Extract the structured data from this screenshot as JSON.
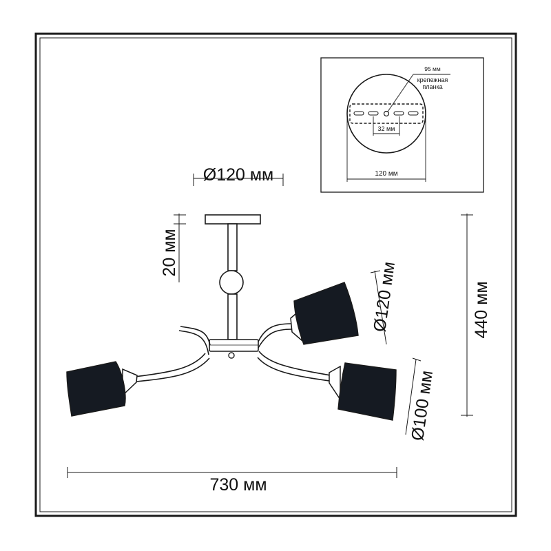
{
  "colors": {
    "line": "#1a1a1a",
    "shade": "#151a22",
    "background": "#ffffff"
  },
  "dimensions": {
    "canopy_diameter": "Ø120 мм",
    "canopy_height": "20 мм",
    "large_shade_diameter": "Ø120 мм",
    "small_shade_diameter": "Ø100 мм",
    "total_height": "440 мм",
    "total_width": "730 мм"
  },
  "mounting_detail": {
    "bar_length": "95 мм",
    "bar_name_line1": "крепежная",
    "bar_name_line2": "планка",
    "hole_spacing": "32 мм",
    "plate_diameter": "120 мм"
  }
}
